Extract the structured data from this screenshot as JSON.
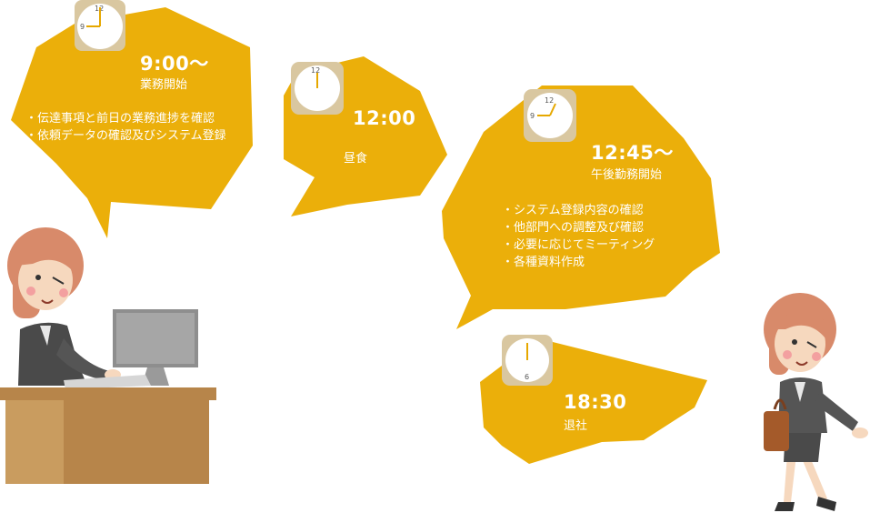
{
  "colors": {
    "bubble": "#EBAF0A",
    "clock_frame": "#D9C7A0",
    "clock_hand": "#E6A800"
  },
  "schedule": [
    {
      "time": "9:00〜",
      "label": "業務開始",
      "clock": {
        "numbers": [
          "12",
          "9"
        ],
        "icon": "clock-icon"
      },
      "items": [
        "・伝達事項と前日の業務進捗を確認",
        "・依頼データの確認及びシステム登録"
      ]
    },
    {
      "time": "12:00",
      "label": "昼食",
      "clock": {
        "numbers": [
          "12"
        ],
        "icon": "clock-icon"
      },
      "items": []
    },
    {
      "time": "12:45〜",
      "label": "午後勤務開始",
      "clock": {
        "numbers": [
          "12",
          "9"
        ],
        "icon": "clock-icon"
      },
      "items": [
        "・システム登録内容の確認",
        "・他部門への調整及び確認",
        "・必要に応じてミーティング",
        "・各種資料作成"
      ]
    },
    {
      "time": "18:30",
      "label": "退社",
      "clock": {
        "numbers": [
          "6"
        ],
        "icon": "clock-icon"
      },
      "items": []
    }
  ],
  "illustrations": [
    "office-worker-at-desk",
    "office-worker-walking"
  ]
}
